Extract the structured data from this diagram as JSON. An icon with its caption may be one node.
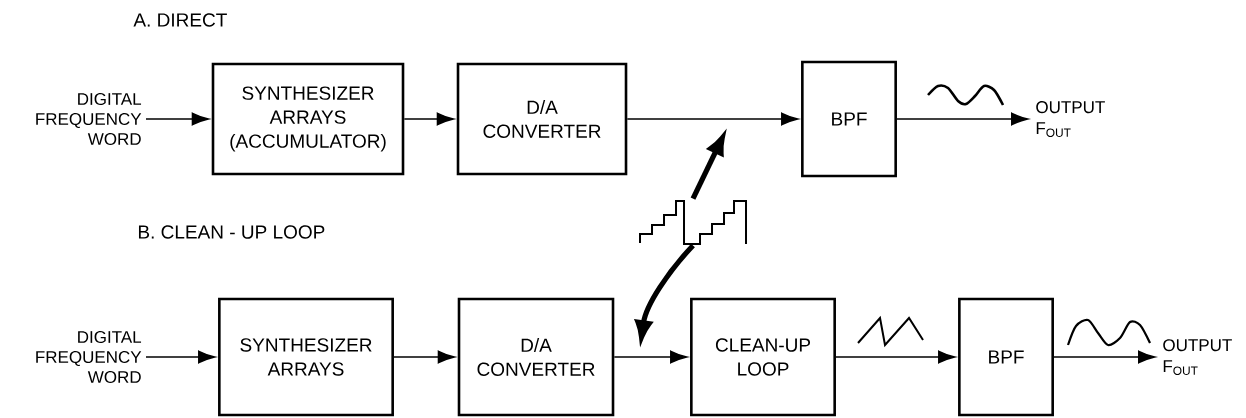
{
  "diagram": {
    "nodes": [
      {
        "text": [
          "DIGITAL FREQUENCY WORD"
        ]
      },
      {
        "text": [
          "SYNTHESIZER ARRAYS (ACCUMULATOR)"
        ]
      },
      {
        "text": [
          "D/A CONVERTER"
        ]
      },
      {
        "text": [
          "BPF"
        ]
      },
      {
        "text": [
          "OUTPUT F$_{OUT}$"
        ]
      },
      {
        "text": [],
        "shape": "picture"
      },
      {
        "text": [
          "DIGITAL FREQUENCY WORD"
        ]
      },
      {
        "text": [
          "SYNTHESIZER ARRAYS"
        ]
      },
      {
        "text": [
          "D/A CONVERTER"
        ]
      },
      {
        "text": [
          "CLEAN-UP LOOP"
        ]
      },
      {
        "text": [
          "BPF"
        ]
      },
      {
        "text": [
          "OUTPUT F$_{OUT}$"
        ]
      }
    ],
    "edges": [
      {
        "from": 0,
        "to": 1,
        "arrow": "to"
      },
      {
        "from": 1,
        "to": 2,
        "arrow": "to"
      },
      {
        "from": 2,
        "to": 3,
        "arrow": "to"
      },
      {
        "from": 3,
        "to": 4,
        "arrow": "to"
      },
      {
        "from": 6,
        "to": 7,
        "arrow": "to"
      },
      {
        "from": 7,
        "to": 8,
        "arrow": "to"
      },
      {
        "from": 8,
        "to": 9,
        "arrow": "to"
      },
      {
        "from": 9,
        "to": 10,
        "arrow": "to"
      },
      {
        "from": 10,
        "to": 11,
        "arrow": "to"
      },
      {
        "from": 5,
        "to": null,
        "arrow": "to",
        "style": "thick"
      },
      {
        "from": 5,
        "to": null,
        "arrow": "to",
        "style": "thick"
      }
    ],
    "labels": [
      "A. DIRECT",
      "B. CLEAN - UP LOOP"
    ]
  }
}
